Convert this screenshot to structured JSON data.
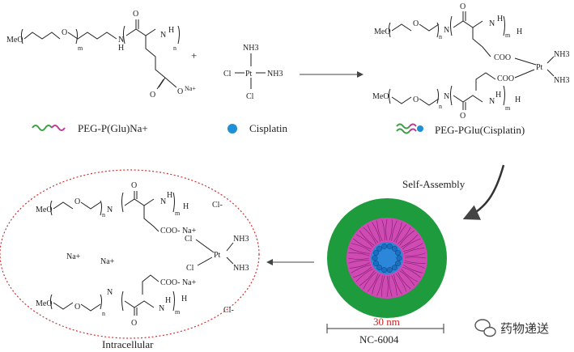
{
  "colors": {
    "peg": "#3aa043",
    "pglu": "#c03a9c",
    "cisplatin": "#1f8fd6",
    "corona": "#1e9b3c",
    "shell": "#d04ab4",
    "core": "#2c86d9",
    "dotted": "#d03030",
    "scale": "#cc2222"
  },
  "labels": {
    "peg_pglu_na": "PEG-P(Glu)Na+",
    "cisplatin": "Cisplatin",
    "peg_pglu_cis": "PEG-PGlu(Cisplatin)",
    "self_assembly": "Self-Assembly",
    "scale": "30 nm",
    "nc": "NC-6004",
    "intracellular": "Intracellular",
    "plus": "+"
  },
  "chem": {
    "meo": "MeO",
    "o": "O",
    "n": "n",
    "m": "m",
    "nh": "N",
    "h": "H",
    "pt": "Pt",
    "cl": "Cl",
    "nh3": "NH3",
    "ona": "O",
    "na_sup": "Na+",
    "coo": "COO",
    "coo_na": "COO- Na+",
    "cl_minus": "Cl-",
    "na_plus": "Na+"
  },
  "watermark": {
    "text": "药物递送",
    "icon": "wechat-bubble-icon"
  }
}
